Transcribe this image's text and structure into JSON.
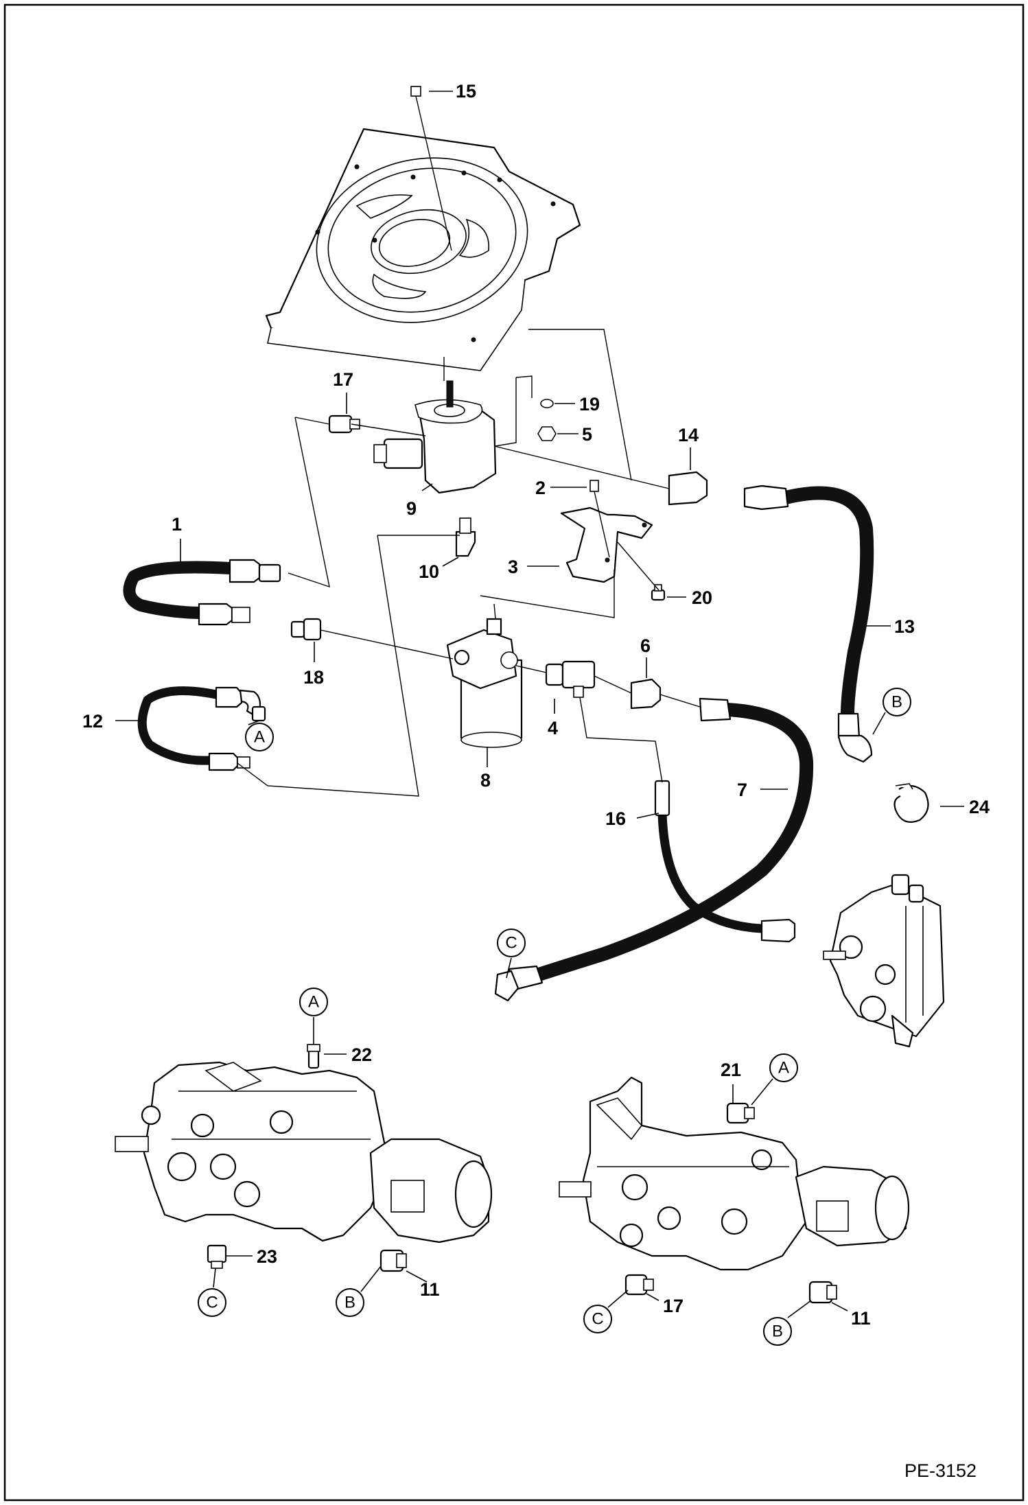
{
  "document_code": "PE-3152",
  "callouts": [
    {
      "id": "1",
      "label": "1"
    },
    {
      "id": "2",
      "label": "2"
    },
    {
      "id": "3",
      "label": "3"
    },
    {
      "id": "4",
      "label": "4"
    },
    {
      "id": "5",
      "label": "5"
    },
    {
      "id": "6",
      "label": "6"
    },
    {
      "id": "7",
      "label": "7"
    },
    {
      "id": "8",
      "label": "8"
    },
    {
      "id": "9",
      "label": "9"
    },
    {
      "id": "10",
      "label": "10"
    },
    {
      "id": "11a",
      "label": "11"
    },
    {
      "id": "11b",
      "label": "11"
    },
    {
      "id": "12",
      "label": "12"
    },
    {
      "id": "13",
      "label": "13"
    },
    {
      "id": "14",
      "label": "14"
    },
    {
      "id": "15",
      "label": "15"
    },
    {
      "id": "16",
      "label": "16"
    },
    {
      "id": "17a",
      "label": "17"
    },
    {
      "id": "17b",
      "label": "17"
    },
    {
      "id": "18",
      "label": "18"
    },
    {
      "id": "19",
      "label": "19"
    },
    {
      "id": "20",
      "label": "20"
    },
    {
      "id": "21",
      "label": "21"
    },
    {
      "id": "22",
      "label": "22"
    },
    {
      "id": "23",
      "label": "23"
    },
    {
      "id": "24",
      "label": "24"
    }
  ],
  "connection_refs": [
    {
      "id": "hose12-A",
      "letter": "A"
    },
    {
      "id": "hose13-B",
      "letter": "B"
    },
    {
      "id": "hose7-C",
      "letter": "C"
    },
    {
      "id": "pump1-A",
      "letter": "A"
    },
    {
      "id": "pump1-B",
      "letter": "B"
    },
    {
      "id": "pump1-C",
      "letter": "C"
    },
    {
      "id": "pump2-A",
      "letter": "A"
    },
    {
      "id": "pump2-B",
      "letter": "B"
    },
    {
      "id": "pump2-C",
      "letter": "C"
    }
  ]
}
